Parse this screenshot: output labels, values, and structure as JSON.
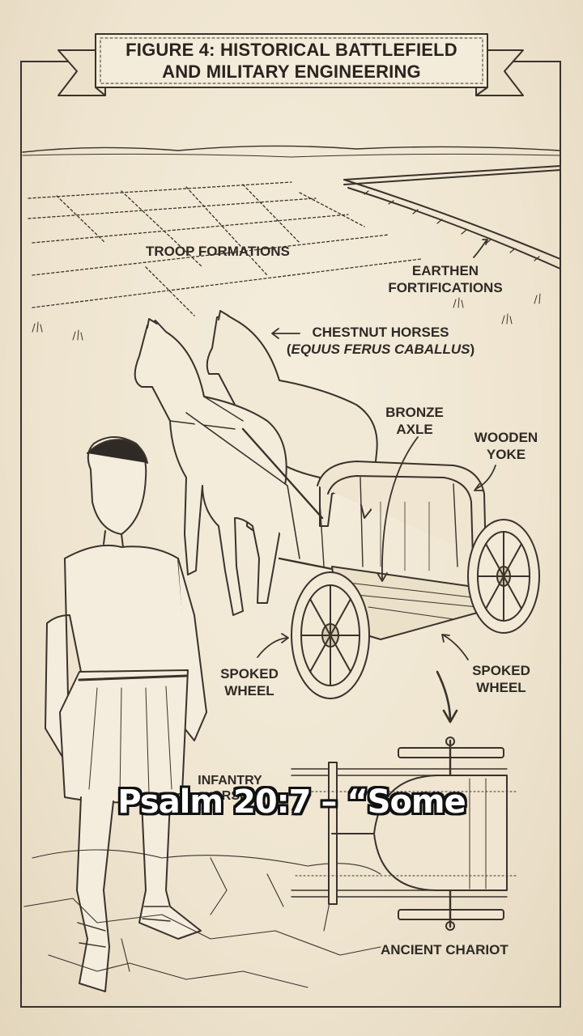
{
  "title": {
    "line1": "FIGURE 4: HISTORICAL BATTLEFIELD",
    "line2": "AND MILITARY ENGINEERING"
  },
  "labels": {
    "troop_formations": "TROOP FORMATIONS",
    "earthen_fortifications": {
      "line1": "EARTHEN",
      "line2": "FORTIFICATIONS"
    },
    "chestnut_horses": {
      "line1": "CHESTNUT HORSES",
      "line2_open": "(",
      "line2_italic": "EQUUS FERUS CABALLUS",
      "line2_close": ")"
    },
    "bronze_axle": {
      "line1": "BRONZE",
      "line2": "AXLE"
    },
    "wooden_yoke": {
      "line1": "WOODEN",
      "line2": "YOKE"
    },
    "spoked_wheel_left": {
      "line1": "SPOKED",
      "line2": "WHEEL"
    },
    "spoked_wheel_right": {
      "line1": "SPOKED",
      "line2": "WHEEL"
    },
    "infantry": {
      "line1": "INFANTRY",
      "line2": "ORSE"
    },
    "ancient_chariot": "ANCIENT CHARIOT"
  },
  "caption": "Psalm 20:7 – “Some",
  "colors": {
    "paper": "#efe6d2",
    "ink": "#2b2520",
    "caption_fill": "#ffffff",
    "caption_outline": "#111111"
  }
}
